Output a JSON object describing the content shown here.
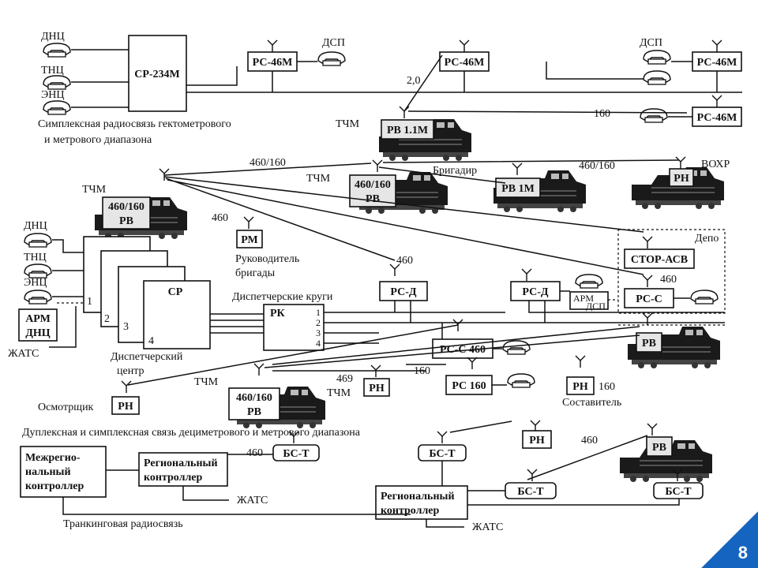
{
  "labels": {
    "dnc": "ДНЦ",
    "tnc": "ТНЦ",
    "enc": "ЭНЦ",
    "dsp": "ДСП",
    "simplex_title_1": "Симплексная радиосвязь гектометрового",
    "simplex_title_2": "и метрового диапазона",
    "tchm": "ТЧМ",
    "brigadir": "Бригадир",
    "vohr": "ВОХР",
    "depo": "Депо",
    "rukovoditel_1": "Руководитель",
    "rukovoditel_2": "бригады",
    "disp_krugi": "Диспетчерские круги",
    "disp_center_1": "Диспетчерский",
    "disp_center_2": "центр",
    "zhats": "ЖАТС",
    "osmotrshchik": "Осмотрщик",
    "sostavitel": "Составитель",
    "arm": "АРМ",
    "duplex_title": "Дуплексная и симплексная связь дециметрового и метрового диапазона",
    "trunk_title": "Транкинговая радиосвязь",
    "mezhreg_1": "Межрегио-",
    "mezhreg_2": "нальный",
    "mezhreg_3": "контроллер",
    "reg_1": "Региональный",
    "reg_2": "контроллер"
  },
  "devices": {
    "sr234m": "СР-234М",
    "rs46m": "РС-46М",
    "rv11m": "РВ 1.1М",
    "rv1m": "РВ 1М",
    "rv": "РВ",
    "f460_160": "460/160",
    "rn": "РН",
    "rm": "РМ",
    "stor_asv": "СТОР-АСВ",
    "rs_s": "РС-С",
    "rs_d": "РС-Д",
    "sr": "СР",
    "rk": "РК",
    "arm_dnc_1": "АРМ",
    "arm_dnc_2": "ДНЦ",
    "rs_s460": "РС-С 460",
    "rs160": "РС 160",
    "bs_t": "БС-Т"
  },
  "freqs": {
    "f2_0": "2,0",
    "f160": "160",
    "f460": "460",
    "f460_160": "460/160",
    "f469": "469"
  },
  "numbers": [
    "1",
    "2",
    "3",
    "4"
  ],
  "slide_number": "8"
}
